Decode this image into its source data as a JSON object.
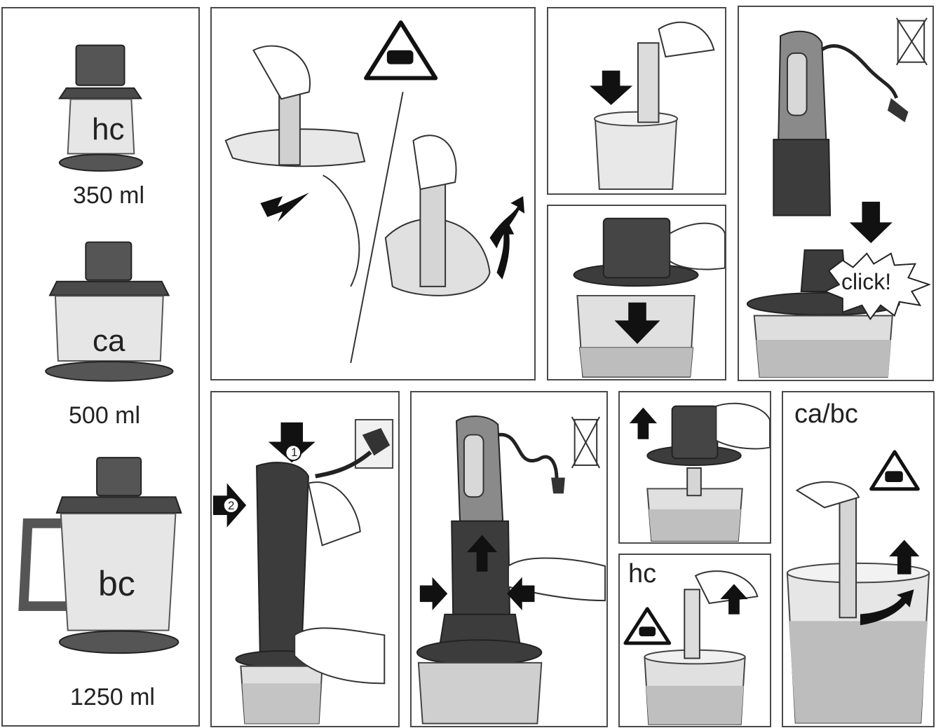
{
  "sizes": [
    {
      "code": "hc",
      "volume": "350 ml"
    },
    {
      "code": "ca",
      "volume": "500 ml"
    },
    {
      "code": "bc",
      "volume": "1250 ml"
    }
  ],
  "labels": {
    "click": "click!",
    "step_hc": "hc",
    "step_cabc": "ca/bc",
    "num1": "1",
    "num2": "2"
  },
  "colors": {
    "frame": "#4a4a4a",
    "dark_part": "#3c3c3c",
    "mid_part": "#8a8a8a",
    "light_part": "#d9d9d9",
    "arrow": "#111111"
  },
  "icons": [
    "warning-blade-icon",
    "no-dishwasher-icon",
    "push-arrow-icon",
    "lift-arrow-icon",
    "rotate-arrow-icon"
  ]
}
